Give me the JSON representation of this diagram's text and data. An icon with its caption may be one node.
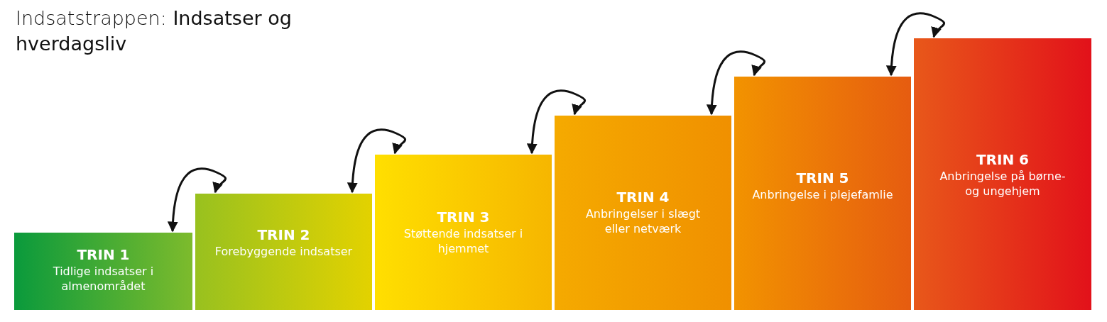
{
  "diagram": {
    "title": "Indsatstrappen: **Indsatser og hverdagsliv**",
    "nodes": [
      {
        "text": [
          "TRIN 1",
          "Tidlige indsatser i almenområdet"
        ]
      },
      {
        "text": [
          "TRIN 2",
          "Forebyggende indsatser"
        ]
      },
      {
        "text": [
          "TRIN 3",
          "Støttende indsatser i hjemmet"
        ]
      },
      {
        "text": [
          "TRIN 4",
          "Anbringelser i slægt eller netværk"
        ]
      },
      {
        "text": [
          "TRIN 5",
          "Anbringelse i plejefamlie"
        ]
      },
      {
        "text": [
          "TRIN 6",
          "Anbringelse på børne- og ungehjem"
        ]
      }
    ],
    "edges": [
      {
        "from": 0,
        "to": 1,
        "arrow": "both"
      },
      {
        "from": 1,
        "to": 2,
        "arrow": "both"
      },
      {
        "from": 2,
        "to": 3,
        "arrow": "both"
      },
      {
        "from": 3,
        "to": 4,
        "arrow": "both"
      },
      {
        "from": 4,
        "to": 5,
        "arrow": "both"
      }
    ]
  }
}
